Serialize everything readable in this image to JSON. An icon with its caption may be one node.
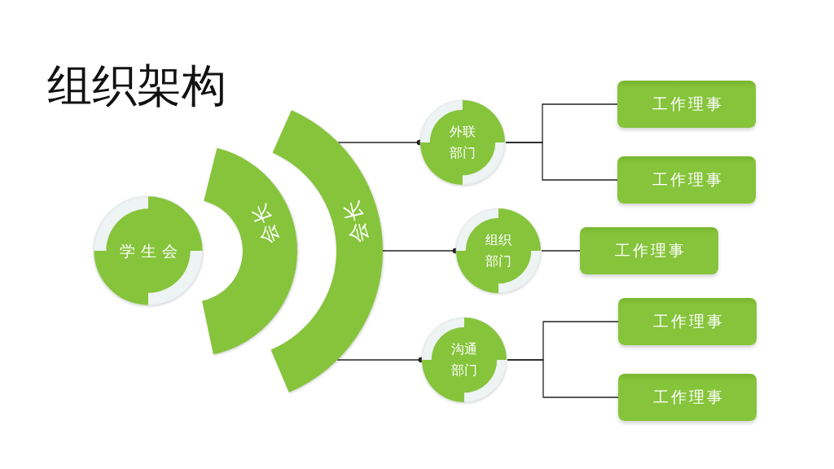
{
  "diagram": {
    "title": "组织架构",
    "nodes": [
      {
        "text": [
          "学生会"
        ]
      },
      {
        "text": [
          "会长"
        ]
      },
      {
        "text": [
          "会长"
        ]
      },
      {
        "text": [
          "外联部门"
        ]
      },
      {
        "text": [
          "组织部门"
        ]
      },
      {
        "text": [
          "沟通部门"
        ]
      },
      {
        "text": [
          "工作理事"
        ]
      },
      {
        "text": [
          "工作理事"
        ]
      },
      {
        "text": [
          "工作理事"
        ]
      },
      {
        "text": [
          "工作理事"
        ]
      },
      {
        "text": [
          "工作理事"
        ]
      }
    ],
    "edges": [
      {
        "from": 2,
        "to": 3,
        "arrow": "other"
      },
      {
        "from": 2,
        "to": 4,
        "arrow": "other"
      },
      {
        "from": 2,
        "to": 5,
        "arrow": "other"
      },
      {
        "from": 3,
        "to": 6,
        "arrow": "none"
      },
      {
        "from": 3,
        "to": 7,
        "arrow": "none"
      },
      {
        "from": 4,
        "to": 8,
        "arrow": "none"
      },
      {
        "from": 5,
        "to": 9,
        "arrow": "none"
      },
      {
        "from": 5,
        "to": 10,
        "arrow": "none"
      }
    ]
  }
}
